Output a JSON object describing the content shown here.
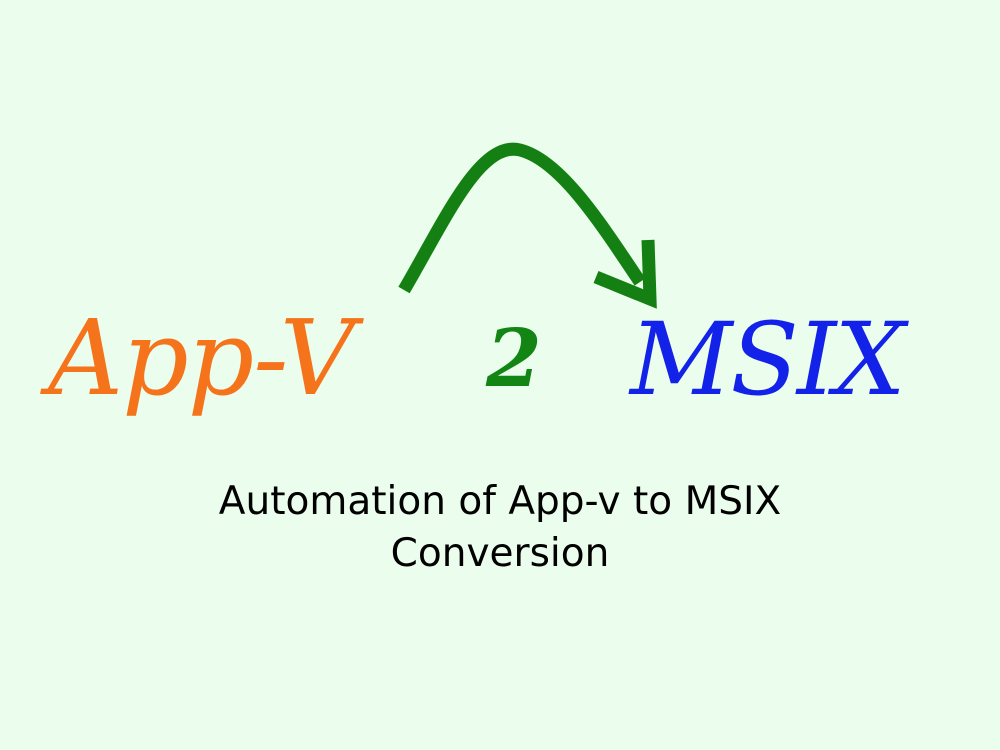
{
  "graphic": {
    "word_left": "App-V",
    "word_middle": "2",
    "word_right": "MSIX",
    "colors": {
      "background": "#ebfdec",
      "word_left": "#f5731b",
      "word_middle": "#138515",
      "word_right": "#1322e8",
      "arrow": "#148013",
      "caption": "#000000"
    },
    "arrow_icon": "curved-arrow-right"
  },
  "caption": {
    "line1": "Automation of App-v to MSIX",
    "line2": "Conversion"
  }
}
